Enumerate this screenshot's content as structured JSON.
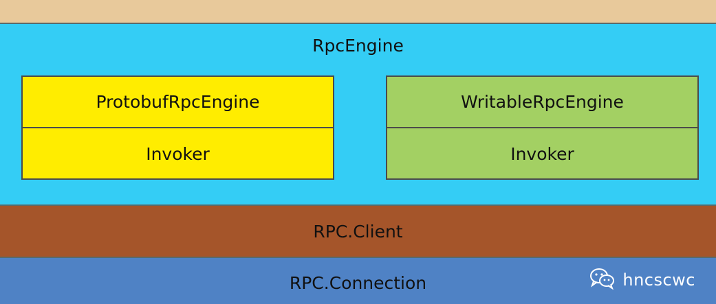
{
  "layers": {
    "rpc_engine": "RpcEngine",
    "rpc_client": "RPC.Client",
    "rpc_connection": "RPC.Connection"
  },
  "engines": [
    {
      "name": "ProtobufRpcEngine",
      "component": "Invoker",
      "color": "#ffed00"
    },
    {
      "name": "WritableRpcEngine",
      "component": "Invoker",
      "color": "#a3d063"
    }
  ],
  "watermark": {
    "text": "hncscwc",
    "icon": "wechat-icon"
  }
}
